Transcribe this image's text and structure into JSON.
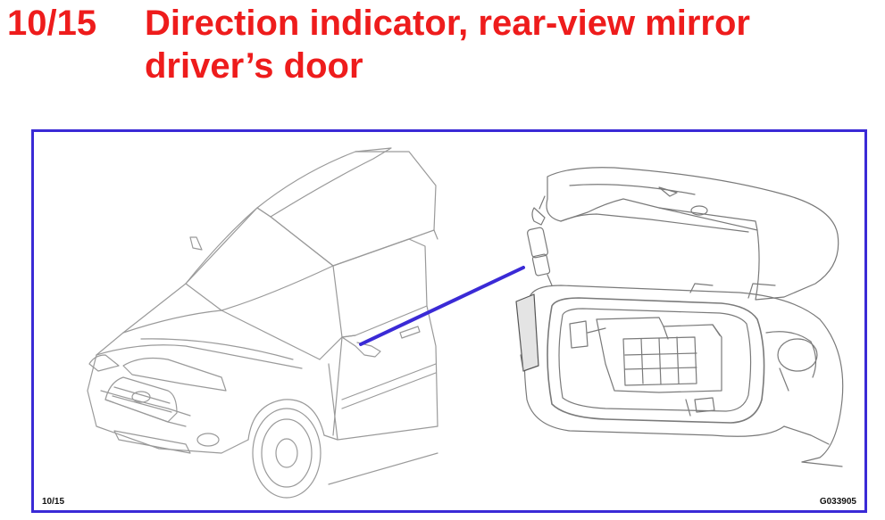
{
  "header": {
    "number": "10/15",
    "title_line1": "Direction indicator, rear-view mirror",
    "title_line2": "driver’s door"
  },
  "figure": {
    "ref": "10/15",
    "code": "G033905"
  },
  "colors": {
    "title": "#ee1c1c",
    "frame": "#3a2ad6",
    "pointer": "#3a2ad6",
    "line_art": "#9a9a9a"
  }
}
